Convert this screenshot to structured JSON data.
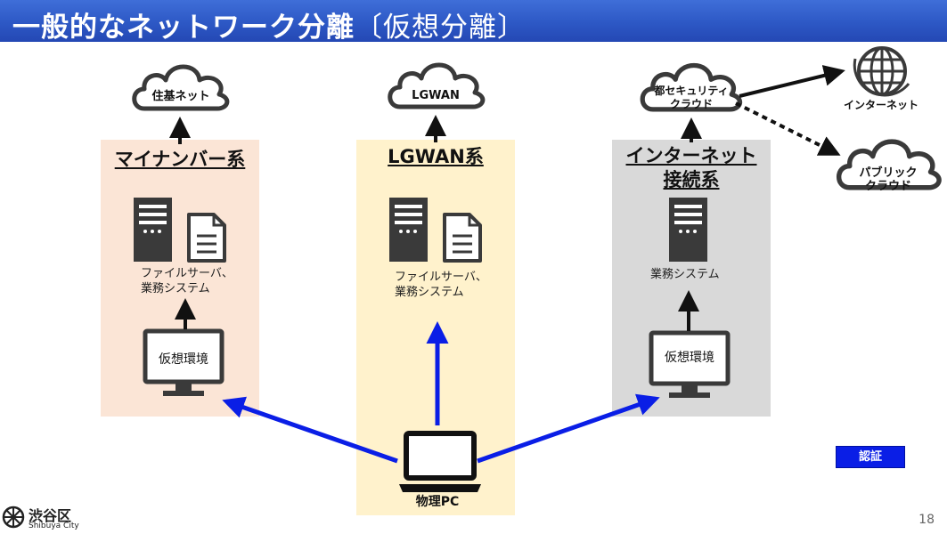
{
  "slide": {
    "title": "一般的なネットワーク分離",
    "title_suffix": "〔仮想分離〕",
    "page_number": "18"
  },
  "panels": {
    "mynumber": {
      "title": "マイナンバー系",
      "caption_line1": "ファイルサーバ、",
      "caption_line2": "業務システム",
      "monitor_label": "仮想環境",
      "cloud_label": "住基ネット"
    },
    "lgwan": {
      "title": "LGWAN系",
      "caption_line1": "ファイルサーバ、",
      "caption_line2": "業務システム",
      "cloud_label": "LGWAN"
    },
    "internet": {
      "title_line1": "インターネット",
      "title_line2": "接続系",
      "caption_line1": "業務システム",
      "monitor_label": "仮想環境",
      "cloud_label_line1": "都セキュリティ",
      "cloud_label_line2": "クラウド"
    }
  },
  "external": {
    "internet_label": "インターネット",
    "public_cloud_line1": "パブリック",
    "public_cloud_line2": "クラウド"
  },
  "physical_pc": {
    "label": "物理PC"
  },
  "auth_button": {
    "label": "認証"
  },
  "logo": {
    "name": "渋谷区",
    "sub": "Shibuya City"
  },
  "colors": {
    "header": "#2d58c5",
    "mynumber_bg": "#fbe5d6",
    "lgwan_bg": "#fff2cc",
    "internet_bg": "#d9d9d9",
    "arrow_blue": "#0a1ee6",
    "icon_dark": "#3a3a3a"
  }
}
